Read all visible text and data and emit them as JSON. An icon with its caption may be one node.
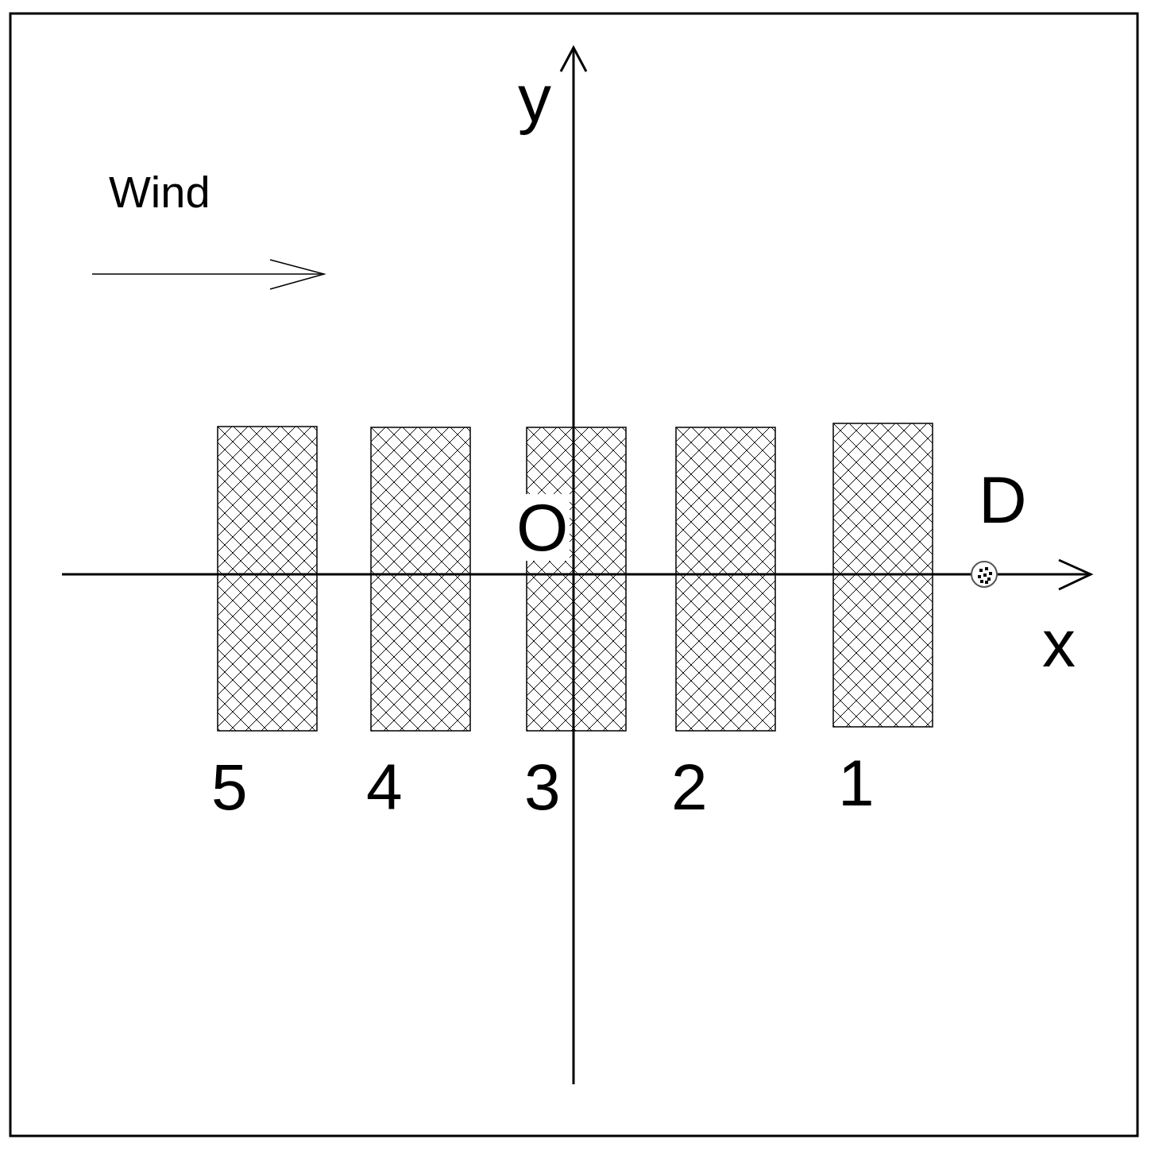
{
  "diagram": {
    "nodes": [
      {
        "text": [
          "5"
        ]
      },
      {
        "text": [
          "4"
        ]
      },
      {
        "text": [
          "3"
        ]
      },
      {
        "text": [
          "2"
        ]
      },
      {
        "text": [
          "1"
        ]
      },
      {
        "text": [
          "D"
        ]
      }
    ],
    "labels": [
      "y",
      "Wind",
      "O",
      "x"
    ]
  }
}
